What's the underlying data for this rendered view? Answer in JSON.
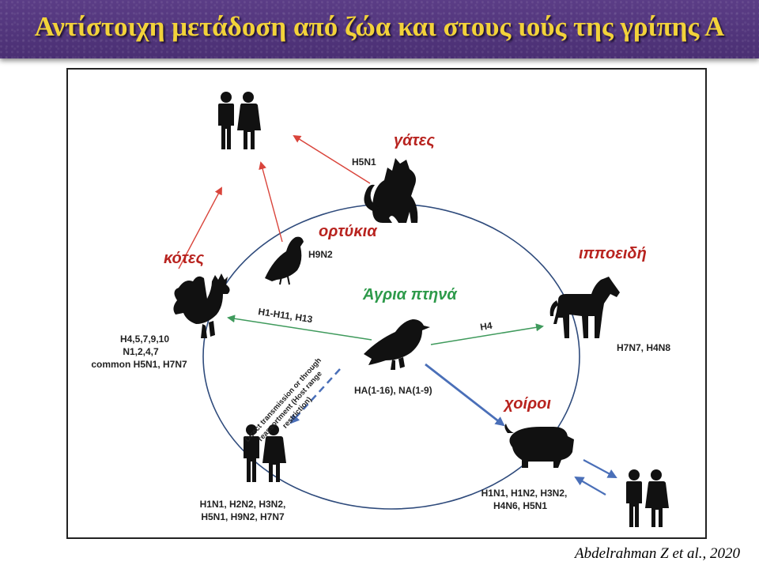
{
  "title": "Αντίστοιχη μετάδοση από ζώα και στους ιούς της γρίπης Α",
  "credit": "Abdelrahman Z et al., 2020",
  "colors": {
    "title_text": "#f2d23a",
    "title_bg": "#4a2f73",
    "host_label": "#b8231f",
    "center_label": "#2d9a4a",
    "red_arrow": "#d9443b",
    "green_arrow": "#3f9a5c",
    "blue_arrow": "#4a6fb8",
    "cycle": "#2f4b7c"
  },
  "center": {
    "label": "Άγρια πτηνά",
    "subtypes": "HA(1-16), NA(1-9)",
    "icon": "wild-bird-icon"
  },
  "hosts": {
    "cats": {
      "label": "γάτες",
      "subtypes": "H5N1",
      "icon": "cat-icon"
    },
    "quail": {
      "label": "ορτύκια",
      "subtypes": "H9N2",
      "icon": "quail-icon"
    },
    "chickens": {
      "label": "κότες",
      "subtypes_line1": "H4,5,7,9,10",
      "subtypes_line2": "N1,2,4,7",
      "subtypes_line3": "common H5N1, H7N7",
      "icon": "rooster-icon"
    },
    "equines": {
      "label": "ιπποειδή",
      "subtypes": "H7N7, H4N8",
      "icon": "horse-icon"
    },
    "pigs": {
      "label": "χοίροι",
      "subtypes_line1": "H1N1, H1N2, H3N2,",
      "subtypes_line2": "H4N6, H5N1",
      "icon": "pig-icon"
    },
    "humans_bottom": {
      "subtypes_line1": "H1N1, H2N2, H3N2,",
      "subtypes_line2": "H5N1, H9N2, H7N7",
      "icon": "humans-icon"
    },
    "humans_top": {
      "icon": "humans-icon"
    },
    "humans_right": {
      "icon": "humans-icon"
    }
  },
  "arrows": {
    "to_chickens": "H1-H11, H13",
    "to_equines": "H4",
    "to_humans_line1": "Direct transmission or through",
    "to_humans_line2": "reassortment (Host range",
    "to_humans_line3": "restriction)"
  }
}
